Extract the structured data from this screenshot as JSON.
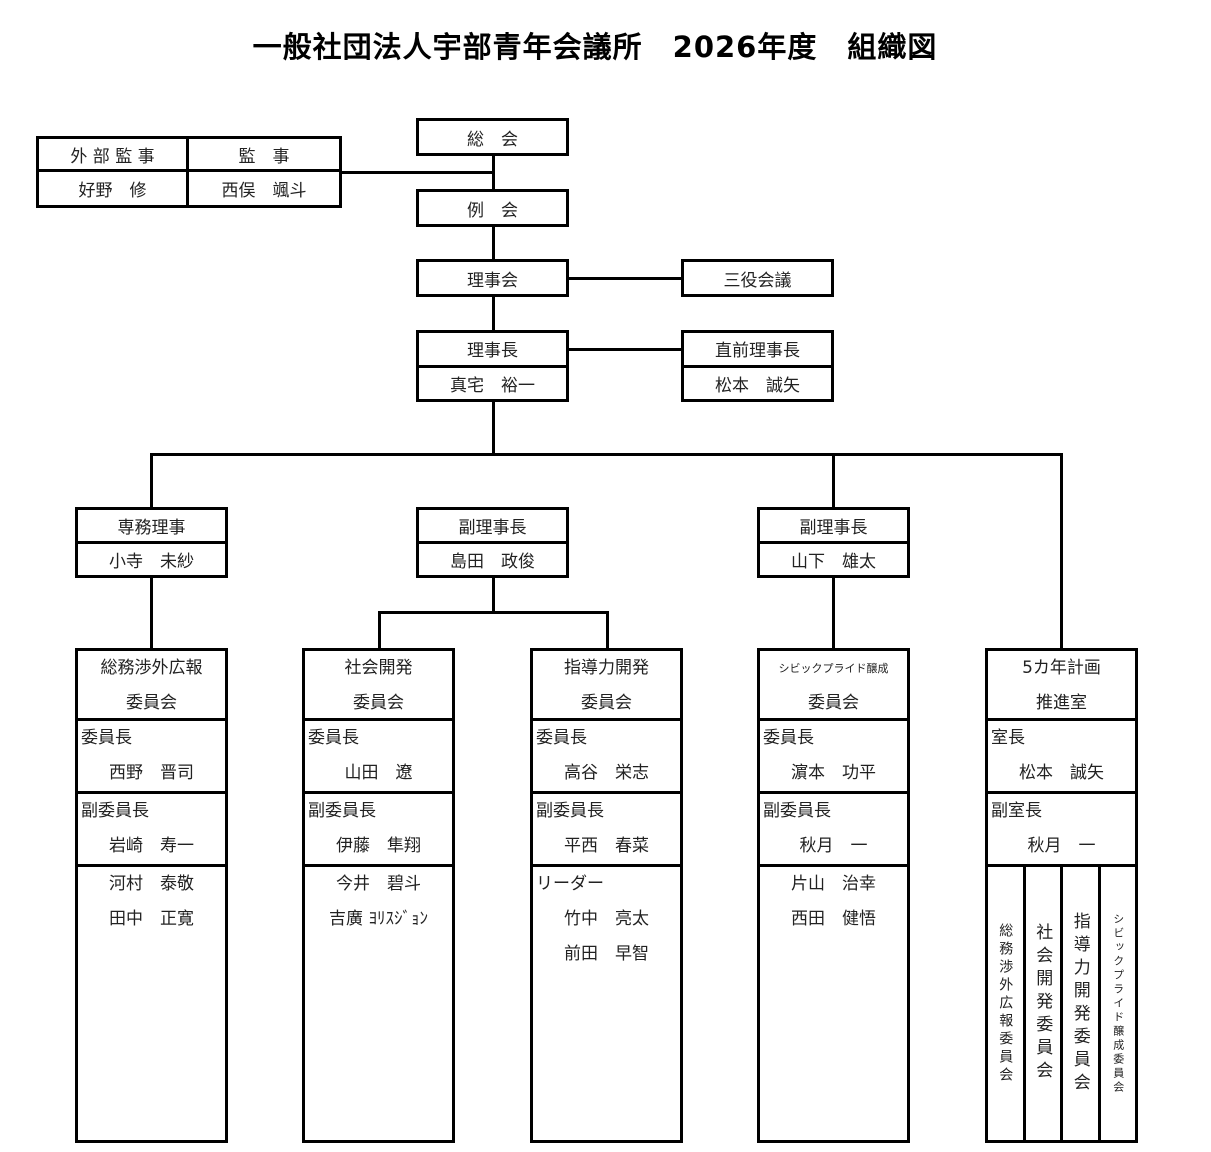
{
  "title": "一般社団法人宇部青年会議所　2026年度　組織図",
  "auditors": {
    "external_label": "外 部 監 事",
    "external_name": "好野　修",
    "label": "監　事",
    "name": "西俣　颯斗"
  },
  "general_meeting": "総　会",
  "regular_meeting": "例　会",
  "board": "理事会",
  "three_officers": "三役会議",
  "president": {
    "label": "理事長",
    "name": "真宅　裕一"
  },
  "past_president": {
    "label": "直前理事長",
    "name": "松本　誠矢"
  },
  "executive_director": {
    "label": "専務理事",
    "name": "小寺　未紗"
  },
  "vp1": {
    "label": "副理事長",
    "name": "島田　政俊"
  },
  "vp2": {
    "label": "副理事長",
    "name": "山下　雄太"
  },
  "committees": [
    {
      "h1": "総務渉外広報",
      "h2": "委員会",
      "r1": "委員長",
      "n1": "西野　晋司",
      "r2": "副委員長",
      "n2": "岩崎　寿一",
      "members": [
        "河村　泰敬",
        "田中　正寛"
      ]
    },
    {
      "h1": "社会開発",
      "h2": "委員会",
      "r1": "委員長",
      "n1": "山田　遼",
      "r2": "副委員長",
      "n2": "伊藤　隼翔",
      "members": [
        "今井　碧斗",
        "吉廣 ﾖﾘｽｼﾞｮﾝ"
      ]
    },
    {
      "h1": "指導力開発",
      "h2": "委員会",
      "r1": "委員長",
      "n1": "高谷　栄志",
      "r2": "副委員長",
      "n2": "平西　春菜",
      "leader": "リーダー",
      "members": [
        "竹中　亮太",
        "前田　早智"
      ]
    },
    {
      "h1": "シビックプライド醸成",
      "h2": "委員会",
      "r1": "委員長",
      "n1": "濵本　功平",
      "r2": "副委員長",
      "n2": "秋月　一",
      "members": [
        "片山　治幸",
        "西田　健悟"
      ]
    },
    {
      "h1": "5カ年計画",
      "h2": "推進室",
      "r1": "室長",
      "n1": "松本　誠矢",
      "r2": "副室長",
      "n2": "秋月　一",
      "cols": [
        "総務渉外広報委員会",
        "社会開発委員会",
        "指導力開発委員会",
        "シビックプライド醸成委員会"
      ]
    }
  ]
}
